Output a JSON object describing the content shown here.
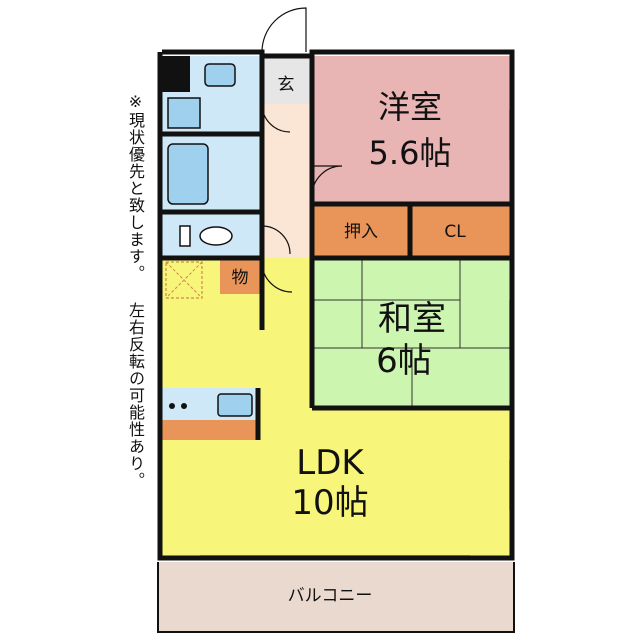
{
  "note": "※現状優先と致します。 左右反転の可能性あり。",
  "rooms": {
    "western": {
      "name": "洋室",
      "size": "5.6帖"
    },
    "japanese": {
      "name": "和室",
      "size": "6帖"
    },
    "ldk": {
      "name": "LDK",
      "size": "10帖"
    },
    "closet_oshiire": "押入",
    "closet_cl": "CL",
    "entrance": "玄",
    "storage": "物",
    "balcony": "バルコニー"
  },
  "colors": {
    "western": "#e8b4b4",
    "japanese": "#ccf5b0",
    "ldk": "#f7f57a",
    "wet": "#cfe8f7",
    "corridor": "#fbe6d6",
    "closet": "#e9955a",
    "balcony": "#ead9cf",
    "wall": "#111111"
  }
}
